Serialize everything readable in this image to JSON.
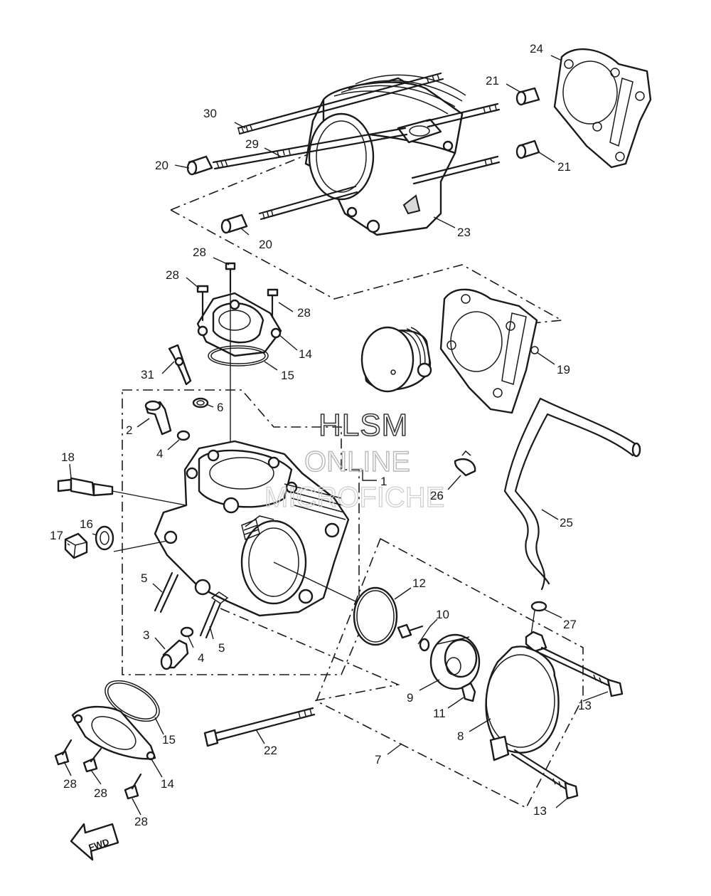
{
  "watermark": {
    "line1": "HLSM",
    "line2": "ONLINE",
    "line3": "MICROFICHE"
  },
  "fwd_label": "FWD",
  "callouts": [
    {
      "id": "c30",
      "text": "30"
    },
    {
      "id": "c29",
      "text": "29"
    },
    {
      "id": "c20a",
      "text": "20"
    },
    {
      "id": "c20b",
      "text": "20"
    },
    {
      "id": "c21a",
      "text": "21"
    },
    {
      "id": "c21b",
      "text": "21"
    },
    {
      "id": "c24",
      "text": "24"
    },
    {
      "id": "c23",
      "text": "23"
    },
    {
      "id": "c28a",
      "text": "28"
    },
    {
      "id": "c28b",
      "text": "28"
    },
    {
      "id": "c28c",
      "text": "28"
    },
    {
      "id": "c14a",
      "text": "14"
    },
    {
      "id": "c15a",
      "text": "15"
    },
    {
      "id": "c31",
      "text": "31"
    },
    {
      "id": "c19",
      "text": "19"
    },
    {
      "id": "c6",
      "text": "6"
    },
    {
      "id": "c2",
      "text": "2"
    },
    {
      "id": "c4a",
      "text": "4"
    },
    {
      "id": "c1",
      "text": "1"
    },
    {
      "id": "c18",
      "text": "18"
    },
    {
      "id": "c26",
      "text": "26"
    },
    {
      "id": "c25",
      "text": "25"
    },
    {
      "id": "c17",
      "text": "17"
    },
    {
      "id": "c16",
      "text": "16"
    },
    {
      "id": "c12",
      "text": "12"
    },
    {
      "id": "c5a",
      "text": "5"
    },
    {
      "id": "c10",
      "text": "10"
    },
    {
      "id": "c27",
      "text": "27"
    },
    {
      "id": "c3",
      "text": "3"
    },
    {
      "id": "c4b",
      "text": "4"
    },
    {
      "id": "c5b",
      "text": "5"
    },
    {
      "id": "c9",
      "text": "9"
    },
    {
      "id": "c13a",
      "text": "13"
    },
    {
      "id": "c11",
      "text": "11"
    },
    {
      "id": "c15b",
      "text": "15"
    },
    {
      "id": "c8",
      "text": "8"
    },
    {
      "id": "c22",
      "text": "22"
    },
    {
      "id": "c7",
      "text": "7"
    },
    {
      "id": "c14b",
      "text": "14"
    },
    {
      "id": "c28d",
      "text": "28"
    },
    {
      "id": "c28e",
      "text": "28"
    },
    {
      "id": "c13b",
      "text": "13"
    },
    {
      "id": "c28f",
      "text": "28"
    }
  ]
}
